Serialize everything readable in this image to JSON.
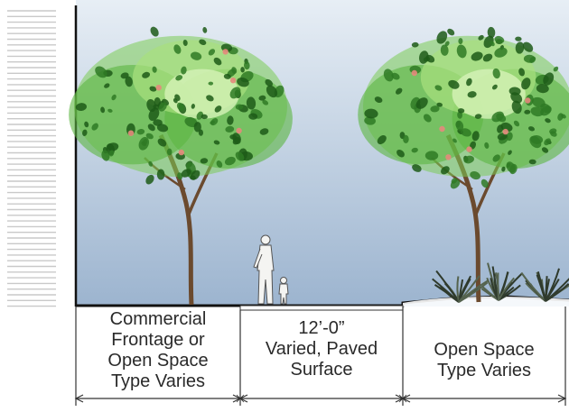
{
  "zones": [
    {
      "label": "Commercial\nFrontage or\nOpen Space\nType Varies"
    },
    {
      "label": "12’-0”\nVaried, Paved\nSurface"
    },
    {
      "label": "Open Space\nType Varies"
    }
  ],
  "colors": {
    "sky_top": "#e7eef5",
    "sky_bottom": "#9cb4cf",
    "ground": "#111111",
    "foliage_light": "#8fd06a",
    "foliage_mid": "#4caa3c",
    "foliage_dark": "#1d5a18",
    "trunk": "#6b4a2e",
    "building_lines": "#c9c9c9",
    "dimension_line": "#333333"
  }
}
